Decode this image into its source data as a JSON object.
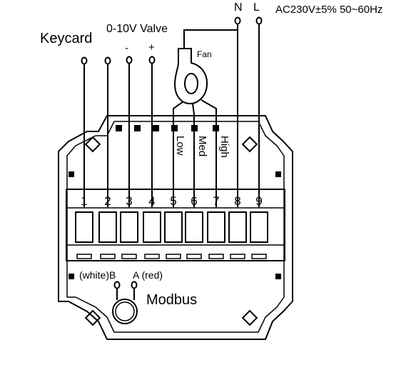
{
  "labels": {
    "keycard": "Keycard",
    "valve": "0-10V Valve",
    "valve_minus": "-",
    "valve_plus": "+",
    "neutral": "N",
    "live": "L",
    "power": "AC230V±5% 50~60Hz",
    "fan": "Fan",
    "low": "Low",
    "med": "Med",
    "high": "High",
    "modbus_b": "(white)B",
    "modbus_a": "A (red)",
    "modbus": "Modbus"
  },
  "terminals": [
    "1",
    "2",
    "3",
    "4",
    "5",
    "6",
    "7",
    "8",
    "9"
  ]
}
